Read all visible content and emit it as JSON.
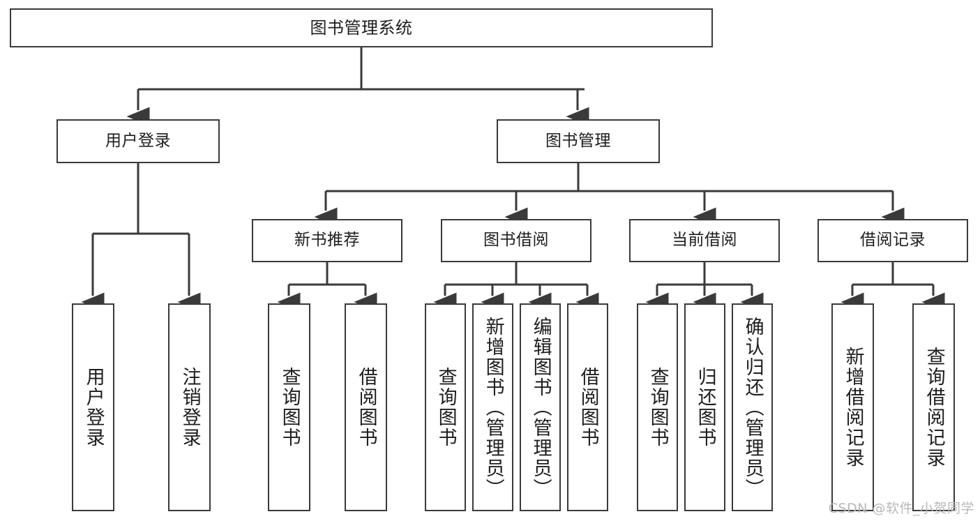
{
  "diagram": {
    "type": "tree-hierarchy",
    "title": "图书管理系统",
    "watermark": "CSDN @软件_小贺同学",
    "colors": {
      "stroke": "#3a3a3a",
      "fill": "#ffffff",
      "text": "#1d1d1d",
      "watermark": "#b9b9b9"
    },
    "nodes": {
      "root": {
        "label": "图书管理系统"
      },
      "level2": [
        {
          "id": "user-login",
          "label": "用户登录"
        },
        {
          "id": "book-manage",
          "label": "图书管理"
        }
      ],
      "level3": [
        {
          "id": "new-book-rec",
          "label": "新书推荐"
        },
        {
          "id": "book-borrow",
          "label": "图书借阅"
        },
        {
          "id": "current-borrow",
          "label": "当前借阅"
        },
        {
          "id": "borrow-record",
          "label": "借阅记录"
        }
      ],
      "leaves": [
        {
          "id": "leaf-user-login",
          "label": "用户登录",
          "parent": "user-login"
        },
        {
          "id": "leaf-logout",
          "label": "注销登录",
          "parent": "user-login"
        },
        {
          "id": "leaf-query-book-1",
          "label": "查询图书",
          "parent": "new-book-rec"
        },
        {
          "id": "leaf-borrow-book-1",
          "label": "借阅图书",
          "parent": "new-book-rec"
        },
        {
          "id": "leaf-query-book-2",
          "label": "查询图书",
          "parent": "book-borrow"
        },
        {
          "id": "leaf-add-book",
          "label": "新增图书（管理员）",
          "parent": "book-borrow"
        },
        {
          "id": "leaf-edit-book",
          "label": "编辑图书（管理员）",
          "parent": "book-borrow"
        },
        {
          "id": "leaf-borrow-book-2",
          "label": "借阅图书",
          "parent": "book-borrow"
        },
        {
          "id": "leaf-query-book-3",
          "label": "查询图书",
          "parent": "current-borrow"
        },
        {
          "id": "leaf-return-book",
          "label": "归还图书",
          "parent": "current-borrow"
        },
        {
          "id": "leaf-confirm-return",
          "label": "确认归还（管理员）",
          "parent": "current-borrow"
        },
        {
          "id": "leaf-add-record",
          "label": "新增借阅记录",
          "parent": "borrow-record"
        },
        {
          "id": "leaf-query-record",
          "label": "查询借阅记录",
          "parent": "borrow-record"
        }
      ]
    }
  }
}
